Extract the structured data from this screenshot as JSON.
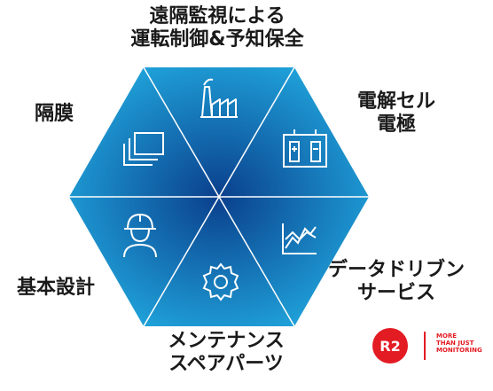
{
  "labels": {
    "top_line1": "遠隔監視による",
    "top_line2": "運転制御&予知保全",
    "top_right_line1": "電解セル",
    "top_right_line2": "電極",
    "top_left": "隔膜",
    "bottom_left": "基本設計",
    "bottom_right_line1": "データドリブン",
    "bottom_right_line2": "サービス",
    "bottom_line1": "メンテナンス",
    "bottom_line2": "スペアパーツ"
  },
  "logo": {
    "mark": "R2",
    "tagline_line1": "MORE",
    "tagline_line2": "THAN JUST",
    "tagline_line3": "MONITORING",
    "color": "#e31b23"
  },
  "colors": {
    "hex_light": "#1fa0d8",
    "hex_dark": "#0a3f8c",
    "divider": "#ffffff"
  },
  "icons": [
    "factory-icon",
    "electrolyzer-cell-icon",
    "chart-icon",
    "gear-icon",
    "worker-helmet-icon",
    "layers-icon"
  ]
}
